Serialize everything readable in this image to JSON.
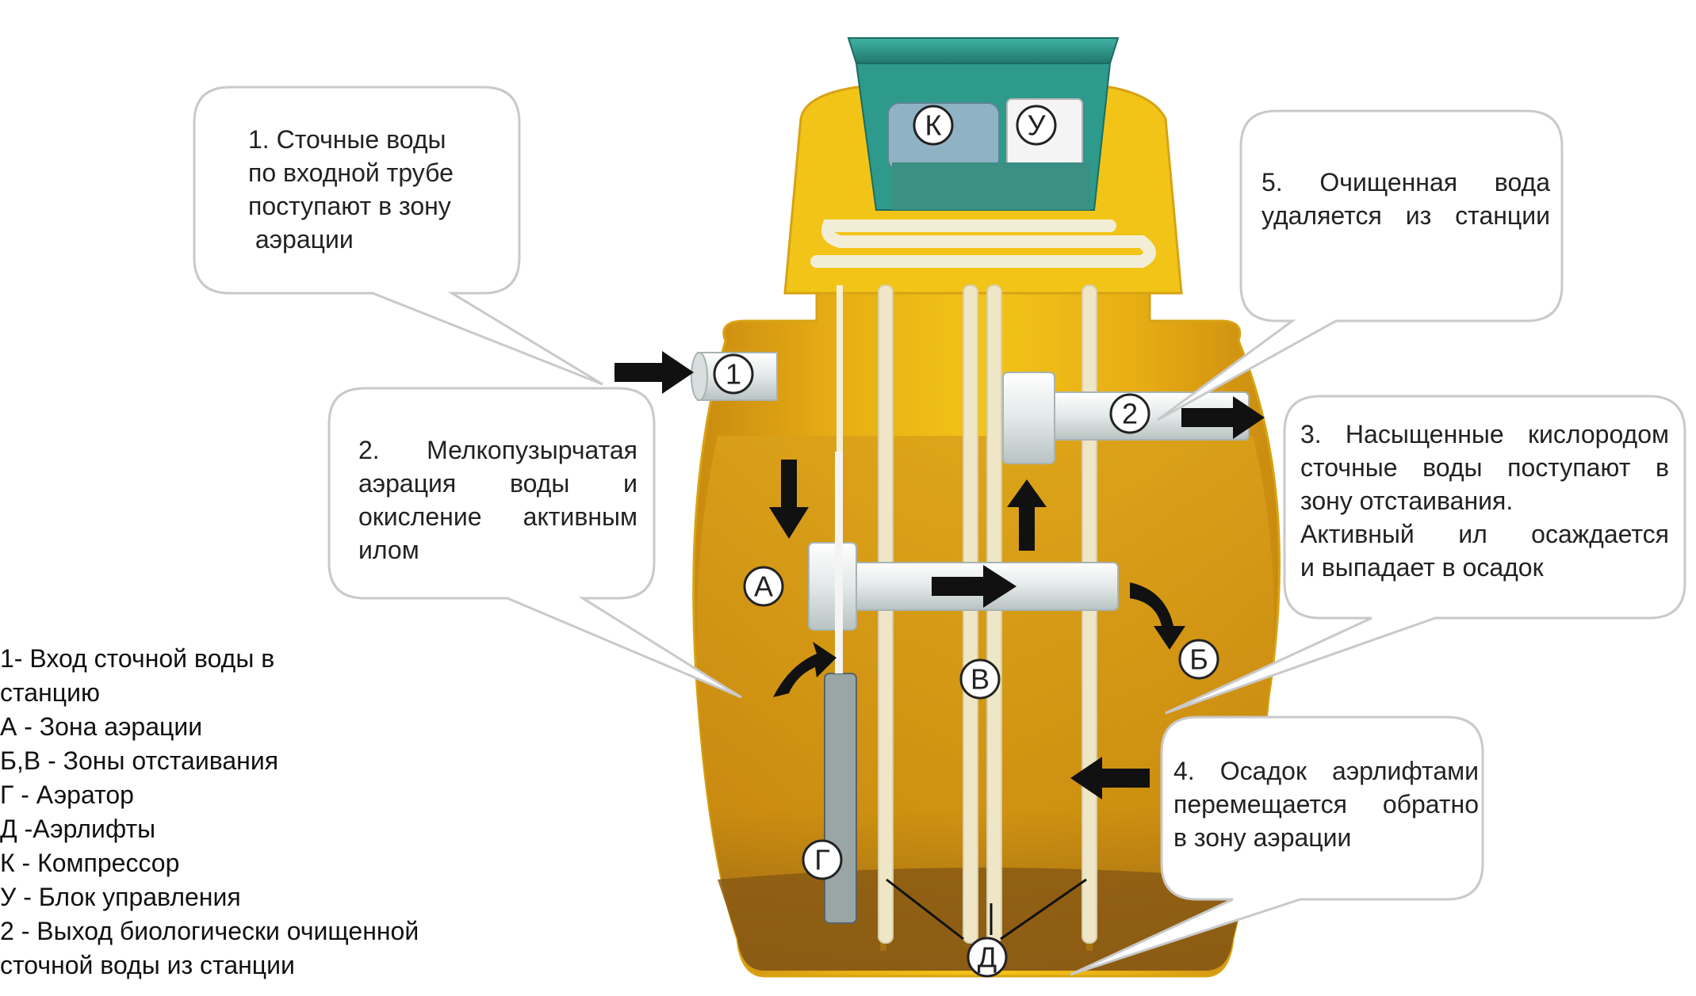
{
  "bubbles": {
    "b1": {
      "lines": [
        "1. Сточные воды",
        "по входной трубе",
        "поступают в зону",
        " аэрации"
      ]
    },
    "b2": {
      "lines": [
        "2. Мелкопузырчатая",
        "аэрация воды и",
        "окисление активным",
        "илом"
      ]
    },
    "b3": {
      "lines": [
        "3. Насыщенные кислородом",
        "сточные воды поступают в",
        "зону отстаивания.",
        "Активный ил осаждается",
        "и выпадает в осадок"
      ]
    },
    "b4": {
      "lines": [
        "4. Осадок аэрлифтами",
        "перемещается обратно",
        "в зону аэрации"
      ]
    },
    "b5": {
      "lines": [
        "5. Очищенная вода",
        "удаляется из станции"
      ]
    }
  },
  "labels": {
    "k": "К",
    "u": "У",
    "one": "1",
    "two": "2",
    "a": "А",
    "b": "Б",
    "v": "В",
    "g": "Г",
    "d": "Д"
  },
  "legend": [
    "1- Вход сточной воды в",
    "станцию",
    "А - Зона аэрации",
    "Б,В - Зоны отстаивания",
    "Г - Аэратор",
    "Д -Аэрлифты",
    "К - Компрессор",
    "У - Блок управления",
    "2 - Выход биологически очищенной",
    "сточной воды из станции"
  ],
  "colors": {
    "tank_yellow": "#f2c418",
    "tank_amber": "#c98a10",
    "sludge": "#8a5a14",
    "lid_teal": "#2e9a8c",
    "pipe_white": "#e8ecec",
    "bubble_border": "#c9c9c9",
    "arrow": "#111111"
  }
}
